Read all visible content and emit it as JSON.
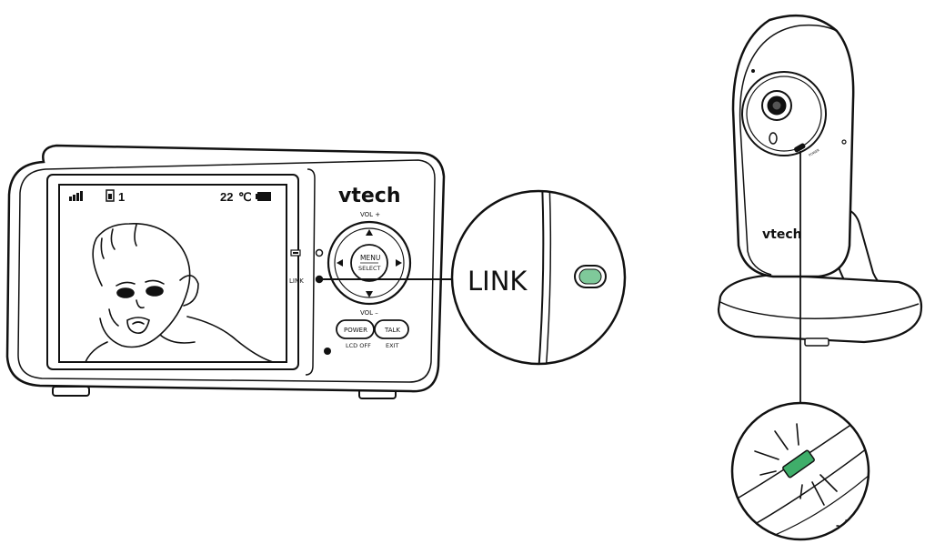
{
  "parent_unit": {
    "brand": "vtech",
    "screen_status": {
      "signal_icon": "signal-bars-icon",
      "camera_number": "1",
      "temperature": "22",
      "temperature_unit": "℃",
      "battery_icon": "battery-icon"
    },
    "indicator_labels": {
      "link": "LINK"
    },
    "keys": {
      "vol_up": "VOL +",
      "vol_down": "VOL –",
      "menu_line1": "MENU",
      "menu_line2": "SELECT",
      "power": "POWER",
      "power_sub": "LCD OFF",
      "talk": "TALK",
      "talk_sub": "EXIT"
    }
  },
  "callout_parent": {
    "label": "LINK",
    "led_color": "#7fc99a"
  },
  "camera_unit": {
    "brand": "vtech",
    "power_label": "POWER"
  },
  "callout_camera": {
    "led_color": "#3fae6a"
  }
}
